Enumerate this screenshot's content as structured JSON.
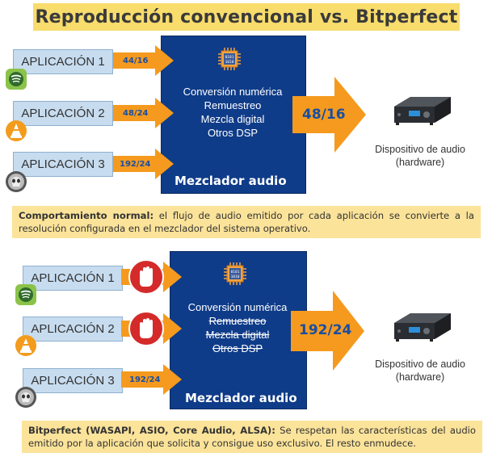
{
  "title": "Reproducción convencional vs. Bitperfect",
  "top": {
    "apps": [
      {
        "label": "APLICACIÓN 1",
        "rate": "44/16",
        "icon": "spotify-icon"
      },
      {
        "label": "APLICACIÓN 2",
        "rate": "48/24",
        "icon": "vlc-icon"
      },
      {
        "label": "APLICACIÓN 3",
        "rate": "192/24",
        "icon": "foobar-icon"
      }
    ],
    "mixer_lines": [
      "Conversión numérica",
      "Remuestreo",
      "Mezcla digital",
      "Otros DSP"
    ],
    "mixer_label": "Mezclador audio",
    "output_rate": "48/16",
    "device_line1": "Dispositivo de audio",
    "device_line2": "(hardware)",
    "note_bold": "Comportamiento normal:",
    "note_text": " el flujo de audio emitido por cada aplicación se convierte a  la resolución configurada en el mezclador del sistema operativo."
  },
  "bottom": {
    "apps": [
      {
        "label": "APLICACIÓN 1",
        "icon": "spotify-icon",
        "blocked": true
      },
      {
        "label": "APLICACIÓN 2",
        "icon": "vlc-icon",
        "blocked": true
      },
      {
        "label": "APLICACIÓN 3",
        "rate": "192/24",
        "icon": "foobar-icon",
        "blocked": false
      }
    ],
    "mixer_lines": [
      "Conversión numérica",
      "Remuestreo",
      "Mezcla digital",
      "Otros DSP"
    ],
    "mixer_label": "Mezclador audio",
    "output_rate": "192/24",
    "device_line1": "Dispositivo de audio",
    "device_line2": "(hardware)",
    "note_bold": "Bitperfect (WASAPI, ASIO, Core Audio, ALSA):",
    "note_text": " Se respetan las características del audio emitido por la aplicación que solicita y consigue uso exclusivo. El resto enmudece."
  },
  "colors": {
    "title_bg": "#f8dc6c",
    "app_box": "#c7dcef",
    "mixer": "#0f3c89",
    "arrow": "#f59a1e",
    "note_bg": "#fbe39a",
    "stop": "#d42a2a"
  }
}
